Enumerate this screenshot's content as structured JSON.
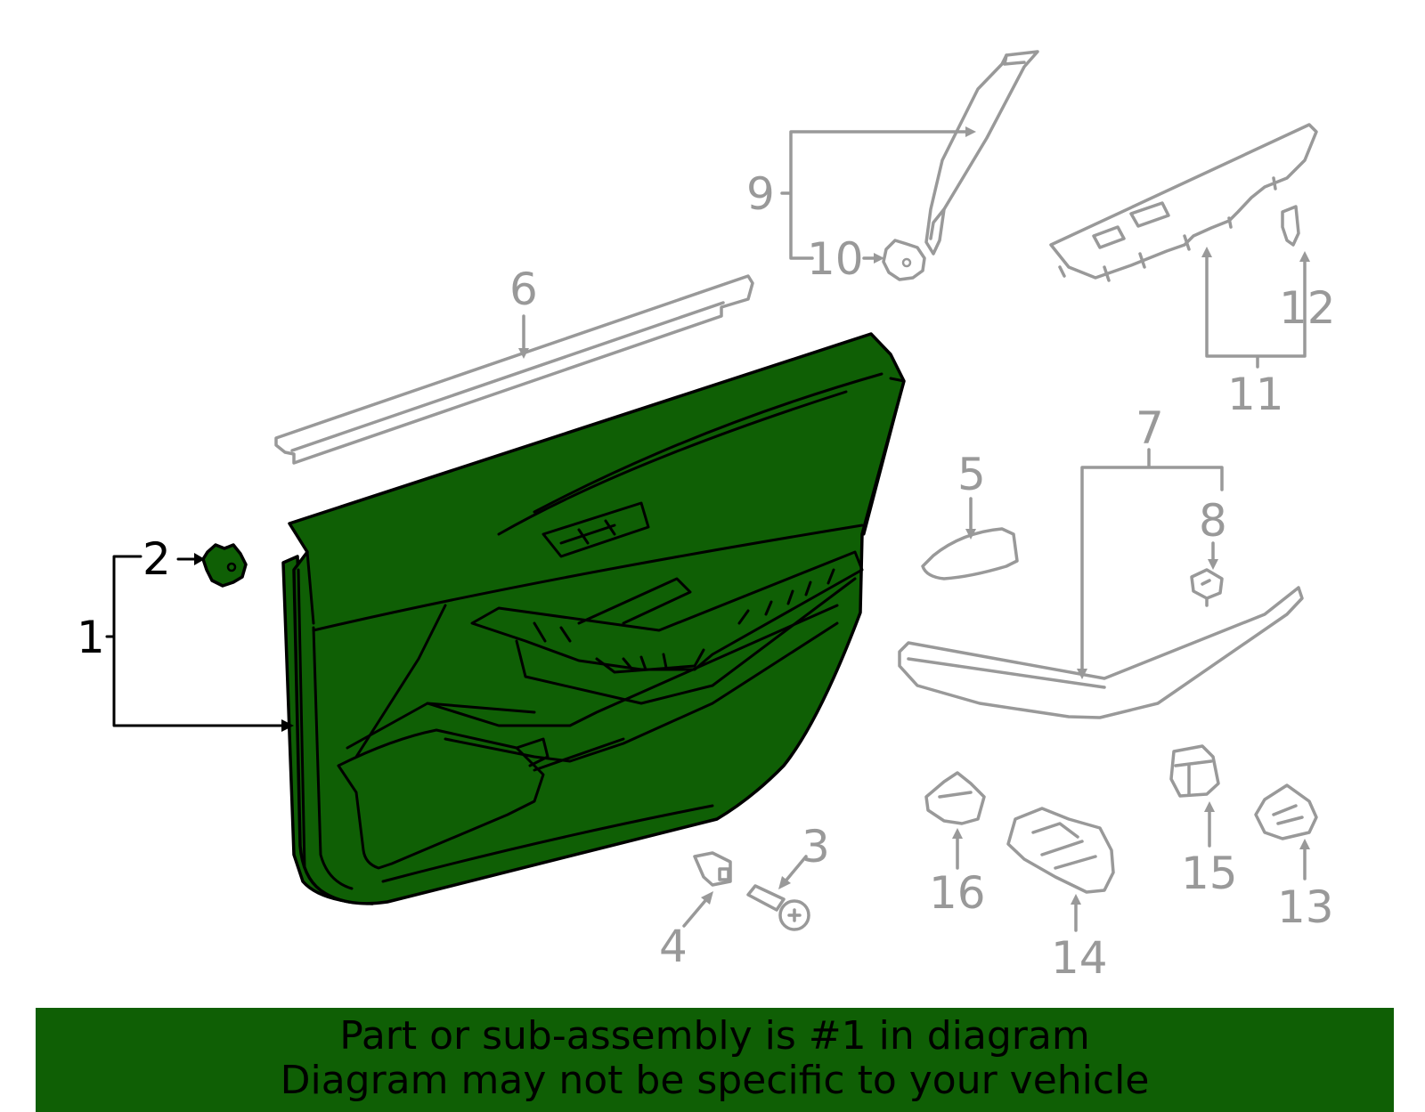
{
  "diagram": {
    "callouts": [
      {
        "label": "1",
        "color": "black"
      },
      {
        "label": "2",
        "color": "black"
      },
      {
        "label": "3",
        "color": "gray"
      },
      {
        "label": "4",
        "color": "gray"
      },
      {
        "label": "5",
        "color": "gray"
      },
      {
        "label": "6",
        "color": "gray"
      },
      {
        "label": "7",
        "color": "gray"
      },
      {
        "label": "8",
        "color": "gray"
      },
      {
        "label": "9",
        "color": "gray"
      },
      {
        "label": "10",
        "color": "gray"
      },
      {
        "label": "11",
        "color": "gray"
      },
      {
        "label": "12",
        "color": "gray"
      },
      {
        "label": "13",
        "color": "gray"
      },
      {
        "label": "14",
        "color": "gray"
      },
      {
        "label": "15",
        "color": "gray"
      },
      {
        "label": "16",
        "color": "gray"
      }
    ],
    "highlight_color": "#0f5f05",
    "line_color": "#999999"
  },
  "banner": {
    "line1": "Part or sub-assembly is #1 in diagram",
    "line2": "Diagram may not be specific to your vehicle"
  }
}
